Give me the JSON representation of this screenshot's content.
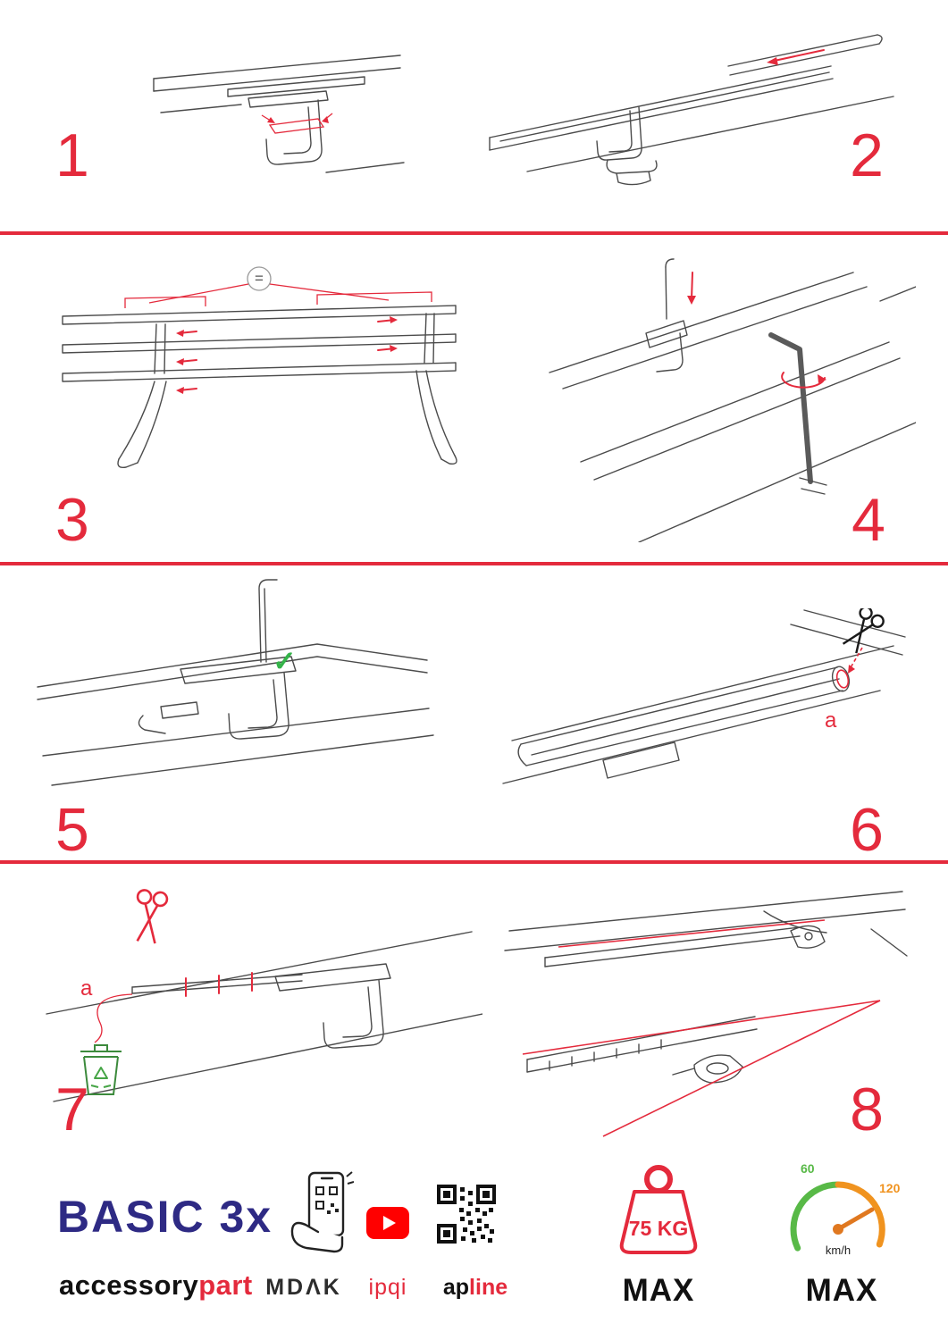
{
  "colors": {
    "accent_red": "#e42a3c",
    "product_blue": "#2e2a84",
    "youtube_red": "#ff0000",
    "check_green": "#35b44a",
    "speedo_green": "#58b947",
    "speedo_orange": "#f0931f"
  },
  "steps": [
    {
      "number": "1"
    },
    {
      "number": "2"
    },
    {
      "number": "3",
      "equal_sign": "="
    },
    {
      "number": "4"
    },
    {
      "number": "5"
    },
    {
      "number": "6",
      "cut_label": "a"
    },
    {
      "number": "7",
      "cut_label": "a"
    },
    {
      "number": "8"
    }
  ],
  "icons": {
    "checkmark": "✓"
  },
  "footer": {
    "product_name": "BASIC 3x",
    "brand_black": "accessory",
    "brand_red": "part",
    "logo_mdak": "MDΛK",
    "logo_ipqi": "ipqi",
    "logo_ap": "ap",
    "logo_line": "line",
    "weight_value": "75 KG",
    "weight_max_label": "MAX",
    "speed_tick_low": "60",
    "speed_tick_high": "120",
    "speed_unit": "km/h",
    "speed_max_label": "MAX"
  }
}
